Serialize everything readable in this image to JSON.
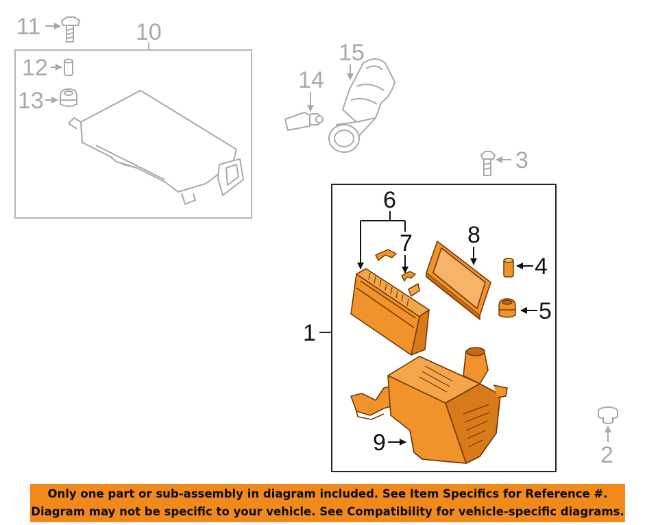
{
  "callouts": {
    "c1": "1",
    "c2": "2",
    "c3": "3",
    "c4": "4",
    "c5": "5",
    "c6": "6",
    "c7": "7",
    "c8": "8",
    "c9": "9",
    "c10": "10",
    "c11": "11",
    "c12": "12",
    "c13": "13",
    "c14": "14",
    "c15": "15"
  },
  "notice": {
    "line1": "Only one part or sub-assembly in diagram included. See Item Specifics for Reference #.",
    "line2": "Diagram may not be specific to your vehicle. See Compatibility for vehicle-specific diagrams."
  },
  "colors": {
    "highlight_part": "#f2922a",
    "highlight_dark": "#c96a12",
    "ghost_part": "#a9a9a9",
    "banner": "#f28a1b"
  }
}
